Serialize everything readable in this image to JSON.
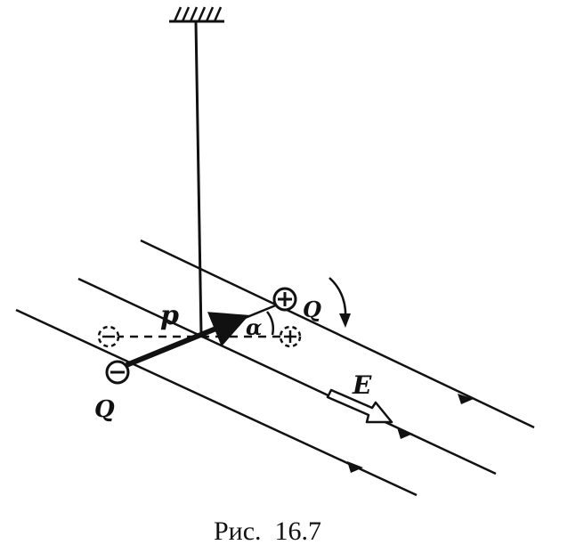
{
  "figure": {
    "caption": "Рис.  16.7",
    "labels": {
      "dipole_moment": "p",
      "angle": "α",
      "charge_positive": "Q",
      "charge_negative": "Q",
      "field": "E"
    },
    "signs": {
      "plus": "+",
      "minus": "−"
    }
  }
}
